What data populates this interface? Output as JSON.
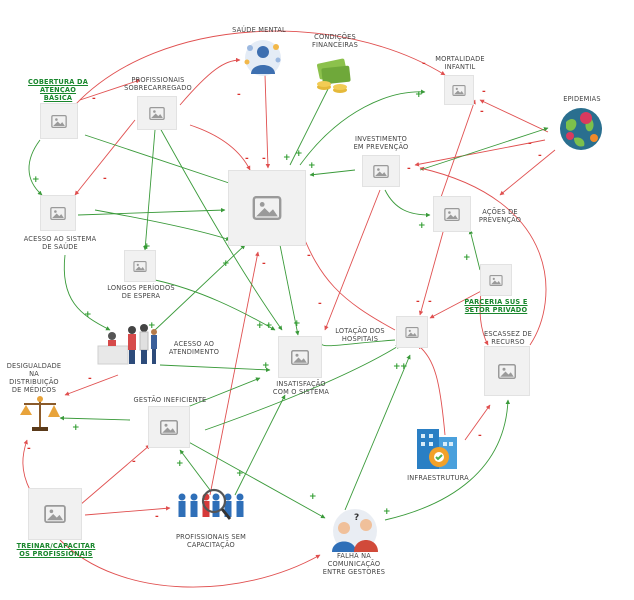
{
  "colors": {
    "positive": "#3a9a3a",
    "negative": "#e05050",
    "key_label": "#18862c"
  },
  "legend": {
    "positive_sign": "+",
    "negative_sign": "-"
  },
  "nodes": {
    "cobertura": {
      "label": "COBERTURA DA\nATENÇÃO\nBÁSICA",
      "icon": "image-placeholder-icon"
    },
    "profissionais_sobrecarregado": {
      "label": "PROFISSIONAIS\nSOBRECARREGADO",
      "icon": "image-placeholder-icon"
    },
    "saude_mental": {
      "label": "SAÚDE MENTAL",
      "icon": "mental-health-icon"
    },
    "condicoes_financeiras": {
      "label": "CONDIÇÕES\nFINANCEIRAS",
      "icon": "money-icon"
    },
    "mortalidade_infantil": {
      "label": "MORTALIDADE\nINFANTIL",
      "icon": "image-placeholder-icon"
    },
    "epidemias": {
      "label": "EPIDEMIAS",
      "icon": "virus-globe-icon"
    },
    "investimento_prevencao": {
      "label": "INVESTIMENTO\nEM PREVENÇÃO",
      "icon": "image-placeholder-icon"
    },
    "central": {
      "label": "",
      "icon": "image-placeholder-icon"
    },
    "acesso_sistema": {
      "label": "ACESSO AO SISTEMA\nDE SAÚDE",
      "icon": "image-placeholder-icon"
    },
    "acoes_prevencao": {
      "label": "AÇÕES DE\nPREVENÇÃO",
      "icon": "image-placeholder-icon"
    },
    "longos_periodos": {
      "label": "LONGOS PERÍODOS\nDE ESPERA",
      "icon": "image-placeholder-icon"
    },
    "parceria": {
      "label": "PARCERIA SUS E\nSETOR PRIVADO",
      "icon": "image-placeholder-icon"
    },
    "acesso_atendimento": {
      "label": "ACESSO AO\nATENDIMENTO",
      "icon": "reception-desk-icon"
    },
    "lotacao": {
      "label": "LOTAÇÃO DOS\nHOSPITAIS",
      "icon": "image-placeholder-icon"
    },
    "escassez": {
      "label": "ESCASSEZ DE\nRECURSO",
      "icon": "image-placeholder-icon"
    },
    "desigualdade": {
      "label": "DESIGUALDADE\nNA\nDISTRIBUIÇÃO\nDE MÉDICOS",
      "icon": "balance-scale-icon"
    },
    "insatisfacao": {
      "label": "INSATISFAÇÃO\nCOM O SISTEMA",
      "icon": "image-placeholder-icon"
    },
    "gestao": {
      "label": "GESTÃO INEFICIENTE",
      "icon": "image-placeholder-icon"
    },
    "infraestrutura": {
      "label": "INFRAESTRUTURA",
      "icon": "building-gear-icon"
    },
    "treinar": {
      "label": "TREINAR/CAPACITAR\nOS PROFISSIONAIS",
      "icon": "image-placeholder-icon"
    },
    "sem_capacitacao": {
      "label": "PROFISSIONAIS SEM\nCAPACITAÇÃO",
      "icon": "people-magnifier-icon"
    },
    "falha_comunicacao": {
      "label": "FALHA NA\nCOMUNICAÇÃO\nENTRE GESTORES",
      "icon": "confused-people-icon"
    }
  }
}
